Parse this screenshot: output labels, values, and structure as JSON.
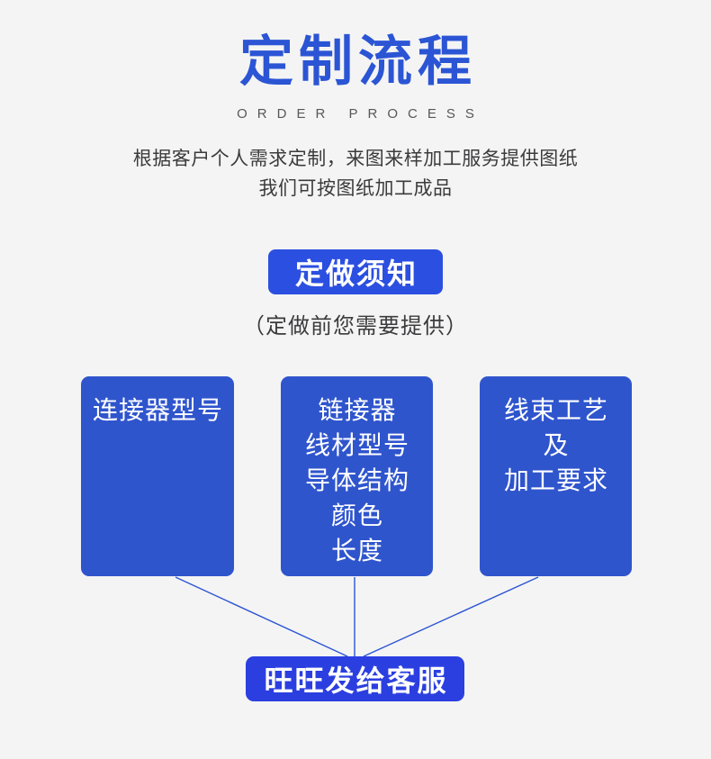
{
  "page": {
    "background_color": "#f4f4f4",
    "accent_color": "#2b4fe0",
    "box_color": "#2f55cd",
    "line_color": "#2b55d4"
  },
  "header": {
    "title": "定制流程",
    "subtitle": "ORDER PROCESS",
    "title_color": "#2b55d4",
    "subtitle_color": "#58585a"
  },
  "description": {
    "line1": "根据客户个人需求定制，来图来样加工服务提供图纸",
    "line2": "我们可按图纸加工成品"
  },
  "notice": {
    "badge_label": "定做须知",
    "sub_label": "（定做前您需要提供）"
  },
  "requirements": {
    "boxes": [
      {
        "id": "connector-model",
        "lines": [
          "连接器型号"
        ]
      },
      {
        "id": "wire-specs",
        "lines": [
          "链接器",
          "线材型号",
          "导体结构",
          "颜色",
          "长度"
        ]
      },
      {
        "id": "process-requirements",
        "lines": [
          "线束工艺",
          "及",
          "加工要求"
        ]
      }
    ]
  },
  "result": {
    "label": "旺旺发给客服"
  }
}
